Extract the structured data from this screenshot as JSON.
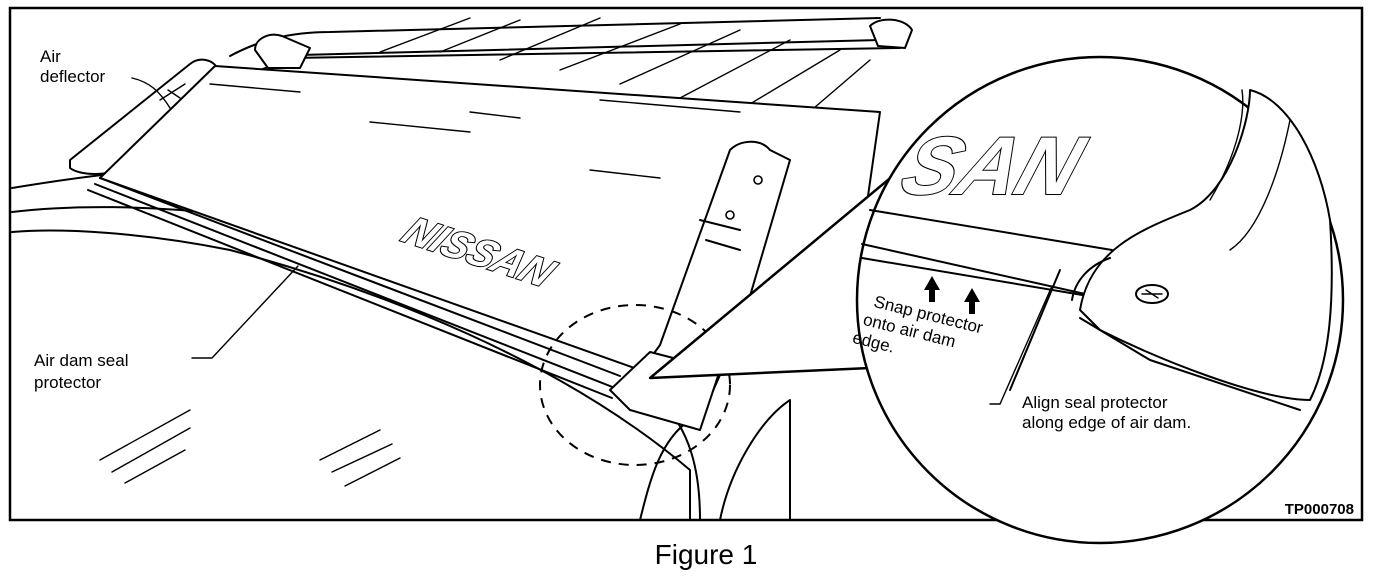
{
  "labels": {
    "air_deflector_line1": "Air",
    "air_deflector_line2": "deflector",
    "seal_protector_line1": "Air dam seal",
    "seal_protector_line2": "protector",
    "snap_line1": "Snap protector",
    "snap_line2": "onto air dam",
    "snap_line3": "edge.",
    "align_line1": "Align seal protector",
    "align_line2": "along edge of air dam."
  },
  "logo_main": "NISSAN",
  "logo_detail": "SAN",
  "figure_code": "TP000708",
  "caption": "Figure 1",
  "colors": {
    "ink": "#000000",
    "paper": "#ffffff"
  }
}
